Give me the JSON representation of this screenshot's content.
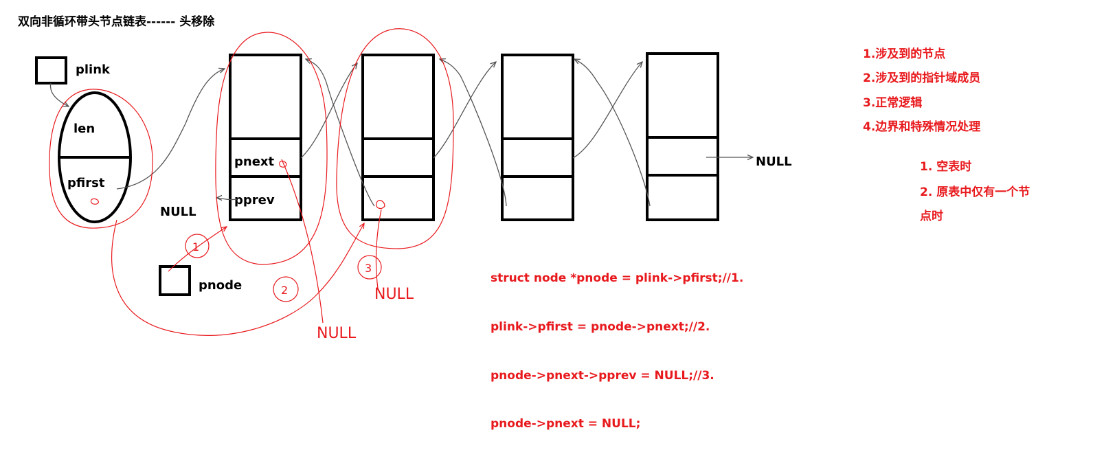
{
  "title": "双向非循环带头节点链表------   头移除",
  "labels": {
    "plink": "plink",
    "len": "len",
    "pfirst": "pfirst",
    "pnext": "pnext",
    "pprev": "pprev",
    "null_left": "NULL",
    "null_right": "NULL",
    "pnode": "pnode"
  },
  "handwritten": {
    "step1": "1",
    "step2": "2",
    "step3": "3",
    "null_scrawl_1": "NULL",
    "null_scrawl_2": "NULL"
  },
  "steps": [
    "1.涉及到的节点",
    "2.涉及到的指针域成员",
    "3.正常逻辑",
    "4.边界和特殊情况处理"
  ],
  "special_cases": [
    "1. 空表时",
    "2. 原表中仅有一个节",
    "点时"
  ],
  "code": [
    "struct node *pnode = plink->pfirst;//1.",
    "plink->pfirst = pnode->pnext;//2.",
    "pnode->pnext->pprev = NULL;//3.",
    "pnode->pnext = NULL;"
  ],
  "colors": {
    "ink": "#000000",
    "annotation": "#e8191d",
    "connector": "#555555"
  }
}
